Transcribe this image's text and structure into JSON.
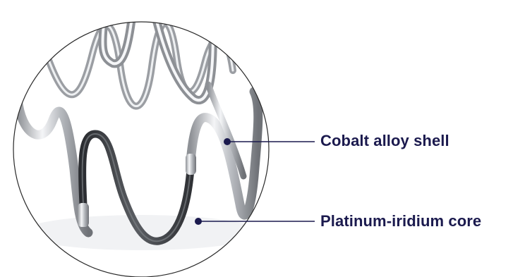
{
  "callouts": [
    {
      "label": "Cobalt alloy shell",
      "points_to": "cobalt-alloy-shell"
    },
    {
      "label": "Platinum-iridium core",
      "points_to": "platinum-iridium-core"
    }
  ],
  "colors": {
    "label_text": "#1b1a4e",
    "leader_line": "#1b1a4e",
    "marker_dot": "#1b1a4e",
    "cobalt_shell": "#c4c7cc",
    "platinum_core": "#3f4247",
    "circle_outline": "#2a2a2a"
  }
}
